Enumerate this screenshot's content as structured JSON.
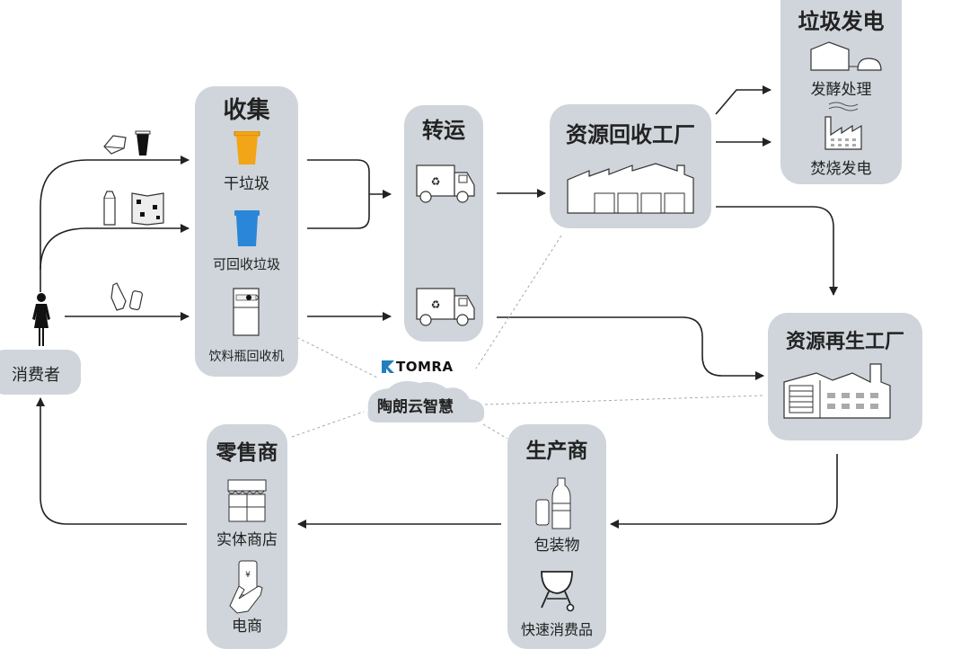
{
  "diagram_title": "",
  "nodes": {
    "consumer": {
      "label": "消费者"
    },
    "collection": {
      "title": "收集",
      "items": [
        {
          "label": "干垃圾",
          "icon": "orange-trash-bin-icon",
          "color": "#f2a516"
        },
        {
          "label": "可回收垃圾",
          "icon": "blue-trash-bin-icon",
          "color": "#2a86d8"
        },
        {
          "label": "饮料瓶回收机",
          "icon": "reverse-vending-machine-icon"
        }
      ]
    },
    "transport": {
      "title": "转运",
      "items": [
        {
          "icon": "recycling-truck-icon"
        },
        {
          "icon": "recycling-truck-icon"
        }
      ]
    },
    "recycling_plant": {
      "title": "资源回收工厂",
      "icon": "factory-icon"
    },
    "waste_power": {
      "title": "垃圾发电",
      "items": [
        {
          "label": "发酵处理",
          "icon": "fermentation-plant-icon"
        },
        {
          "label": "焚烧发电",
          "icon": "incineration-plant-icon"
        }
      ]
    },
    "regeneration_plant": {
      "title": "资源再生工厂",
      "icon": "regeneration-factory-icon"
    },
    "producer": {
      "title": "生产商",
      "items": [
        {
          "label": "包装物",
          "icon": "bottle-can-icon"
        },
        {
          "label": "快速消费品",
          "icon": "grill-icon"
        }
      ]
    },
    "retailer": {
      "title": "零售商",
      "items": [
        {
          "label": "实体商店",
          "icon": "storefront-icon"
        },
        {
          "label": "电商",
          "icon": "phone-hand-icon"
        }
      ]
    },
    "cloud": {
      "brand": "TOMRA",
      "label": "陶朗云智慧"
    }
  },
  "waste_inputs": [
    {
      "icons": [
        "food-box-icon",
        "cup-icon"
      ]
    },
    {
      "icons": [
        "milk-carton-icon",
        "newspaper-icon"
      ]
    },
    {
      "icons": [
        "bottle-icon",
        "can-icon"
      ]
    }
  ],
  "colors": {
    "panel": "#cfd5db",
    "arrow": "#222222",
    "dashed": "#aaaaaa",
    "orange_bin": "#f2a516",
    "blue_bin": "#2a86d8",
    "tomra_logo": "#1f7fbf"
  }
}
